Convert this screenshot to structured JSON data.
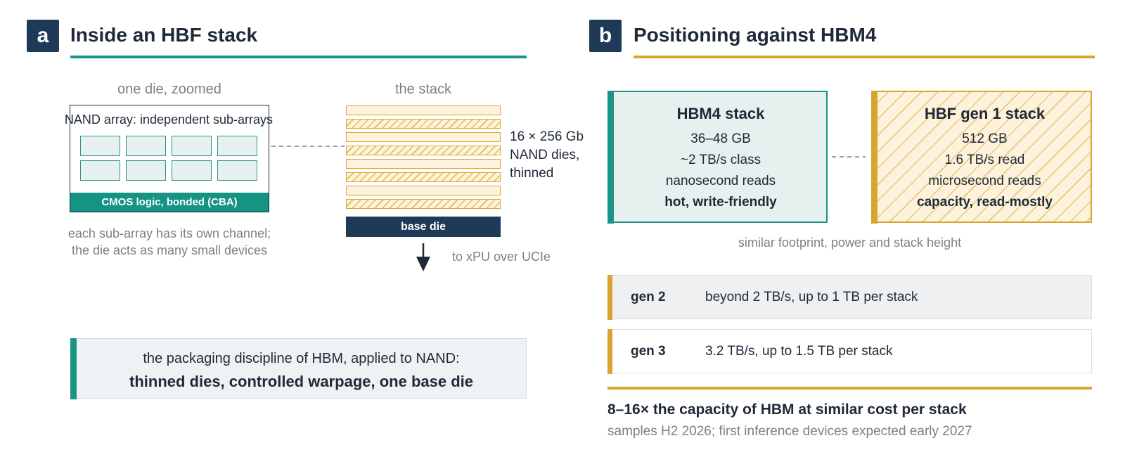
{
  "panel_a": {
    "badge": "a",
    "title": "Inside an HBF stack",
    "die_zoom": {
      "caption": "one die, zoomed",
      "array_label": "NAND array: independent sub-arrays",
      "logic_label": "CMOS logic, bonded (CBA)",
      "note_line1": "each sub-array has its own channel;",
      "note_line2": "the die acts as many small devices"
    },
    "stack": {
      "caption": "the stack",
      "dies_label_line1": "16 × 256 Gb",
      "dies_label_line2": "NAND dies,",
      "dies_label_line3": "thinned",
      "base_die_label": "base die",
      "link_label": "to xPU over UCIe"
    },
    "callout": {
      "line1": "the packaging discipline of HBM, applied to NAND:",
      "line2": "thinned dies, controlled warpage, one base die"
    }
  },
  "panel_b": {
    "badge": "b",
    "title": "Positioning against HBM4",
    "hbm4": {
      "title": "HBM4 stack",
      "line1": "36–48 GB",
      "line2": "~2 TB/s class",
      "line3": "nanosecond reads",
      "line4": "hot, write-friendly"
    },
    "hbf": {
      "title": "HBF gen 1 stack",
      "line1": "512 GB",
      "line2": "1.6 TB/s read",
      "line3": "microsecond reads",
      "line4": "capacity, read-mostly"
    },
    "similar_note": "similar footprint, power and stack height",
    "gens": [
      {
        "label": "gen 2",
        "desc": "beyond 2 TB/s, up to 1 TB per stack"
      },
      {
        "label": "gen 3",
        "desc": "3.2 TB/s, up to 1.5 TB per stack"
      }
    ],
    "summary": "8–16× the capacity of HBM at similar cost per stack",
    "footnote": "samples H2 2026; first inference devices expected early 2027"
  },
  "colors": {
    "navy": "#1e3a56",
    "teal": "#1a9486",
    "gold": "#d9a52e"
  }
}
